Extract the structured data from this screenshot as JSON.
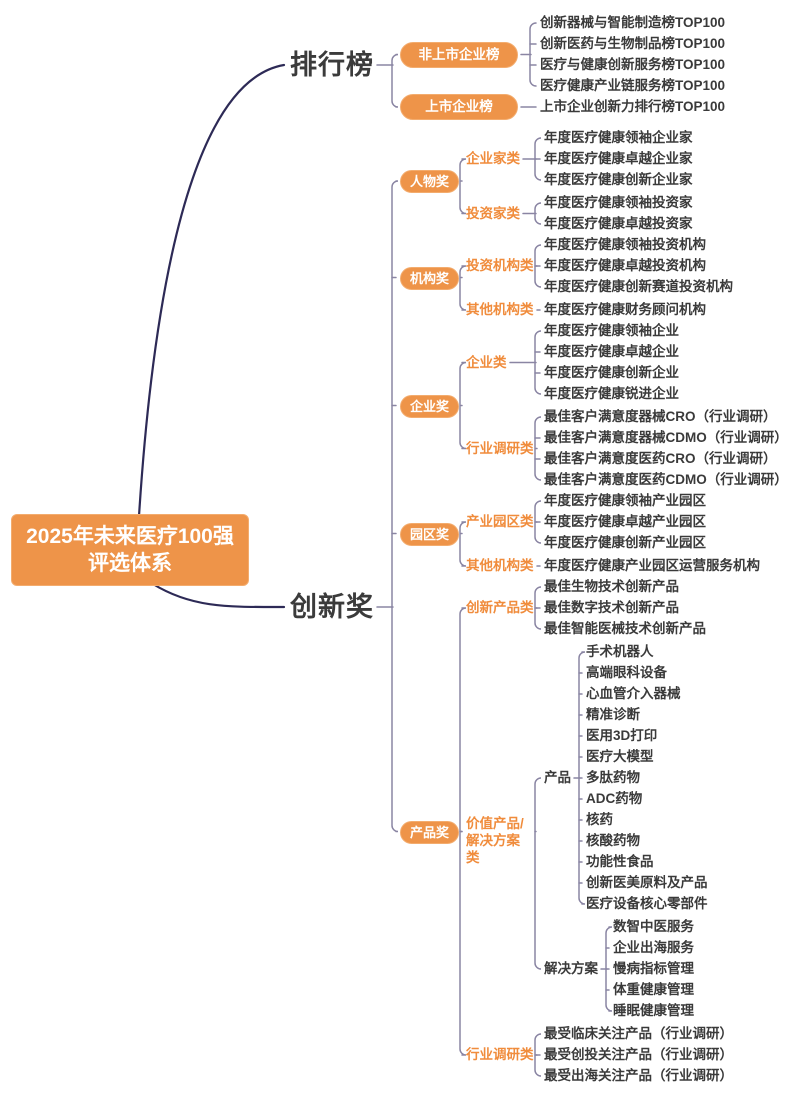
{
  "title": "2025年未来医疗100强评选体系",
  "root": {
    "line1": "2025年未来医疗100强",
    "line2": "评选体系"
  },
  "colors": {
    "node_fill": "#EE9449",
    "node_edge": "#F3AC6E",
    "category_text": "#F08C3C",
    "leaf_text": "#3A3A3A",
    "branch_text": "#3B3B3B",
    "branch_line": "#2D2A56",
    "connector_line": "#8A85A3",
    "background": "#FFFFFF"
  },
  "branches": [
    {
      "label": "排行榜",
      "children": [
        {
          "label": "非上市企业榜",
          "style": "box",
          "children": [
            "创新器械与智能制造榜TOP100",
            "创新医药与生物制品榜TOP100",
            "医疗与健康创新服务榜TOP100",
            "医疗健康产业链服务榜TOP100"
          ]
        },
        {
          "label": "上市企业榜",
          "style": "box",
          "children": [
            "上市企业创新力排行榜TOP100"
          ]
        }
      ]
    },
    {
      "label": "创新奖",
      "children": [
        {
          "label": "人物奖",
          "style": "box",
          "children": [
            {
              "label": "企业家类",
              "style": "category",
              "children": [
                "年度医疗健康领袖企业家",
                "年度医疗健康卓越企业家",
                "年度医疗健康创新企业家"
              ]
            },
            {
              "label": "投资家类",
              "style": "category",
              "children": [
                "年度医疗健康领袖投资家",
                "年度医疗健康卓越投资家"
              ]
            }
          ]
        },
        {
          "label": "机构奖",
          "style": "box",
          "children": [
            {
              "label": "投资机构类",
              "style": "category",
              "children": [
                "年度医疗健康领袖投资机构",
                "年度医疗健康卓越投资机构",
                "年度医疗健康创新赛道投资机构"
              ]
            },
            {
              "label": "其他机构类",
              "style": "category",
              "children": [
                "年度医疗健康财务顾问机构"
              ]
            }
          ]
        },
        {
          "label": "企业奖",
          "style": "box",
          "children": [
            {
              "label": "企业类",
              "style": "category",
              "children": [
                "年度医疗健康领袖企业",
                "年度医疗健康卓越企业",
                "年度医疗健康创新企业",
                "年度医疗健康锐进企业"
              ]
            },
            {
              "label": "行业调研类",
              "style": "category",
              "children": [
                "最佳客户满意度器械CRO（行业调研）",
                "最佳客户满意度器械CDMO（行业调研）",
                "最佳客户满意度医药CRO（行业调研）",
                "最佳客户满意度医药CDMO（行业调研）"
              ]
            }
          ]
        },
        {
          "label": "园区奖",
          "style": "box",
          "children": [
            {
              "label": "产业园区类",
              "style": "category",
              "children": [
                "年度医疗健康领袖产业园区",
                "年度医疗健康卓越产业园区",
                "年度医疗健康创新产业园区"
              ]
            },
            {
              "label": "其他机构类",
              "style": "category",
              "children": [
                "年度医疗健康产业园区运营服务机构"
              ]
            }
          ]
        },
        {
          "label": "产品奖",
          "style": "box",
          "children": [
            {
              "label": "创新产品类",
              "style": "category",
              "children": [
                "最佳生物技术创新产品",
                "最佳数字技术创新产品",
                "最佳智能医械技术创新产品"
              ]
            },
            {
              "label": "价值产品/解决方案类",
              "style": "category",
              "children": [
                {
                  "label": "产品",
                  "style": "plain",
                  "children": [
                    "手术机器人",
                    "高端眼科设备",
                    "心血管介入器械",
                    "精准诊断",
                    "医用3D打印",
                    "医疗大模型",
                    "多肽药物",
                    "ADC药物",
                    "核药",
                    "核酸药物",
                    "功能性食品",
                    "创新医美原料及产品",
                    "医疗设备核心零部件"
                  ]
                },
                {
                  "label": "解决方案",
                  "style": "plain",
                  "children": [
                    "数智中医服务",
                    "企业出海服务",
                    "慢病指标管理",
                    "体重健康管理",
                    "睡眠健康管理"
                  ]
                }
              ]
            },
            {
              "label": "行业调研类",
              "style": "category",
              "children": [
                "最受临床关注产品（行业调研）",
                "最受创投关注产品（行业调研）",
                "最受出海关注产品（行业调研）"
              ]
            }
          ]
        }
      ]
    }
  ]
}
